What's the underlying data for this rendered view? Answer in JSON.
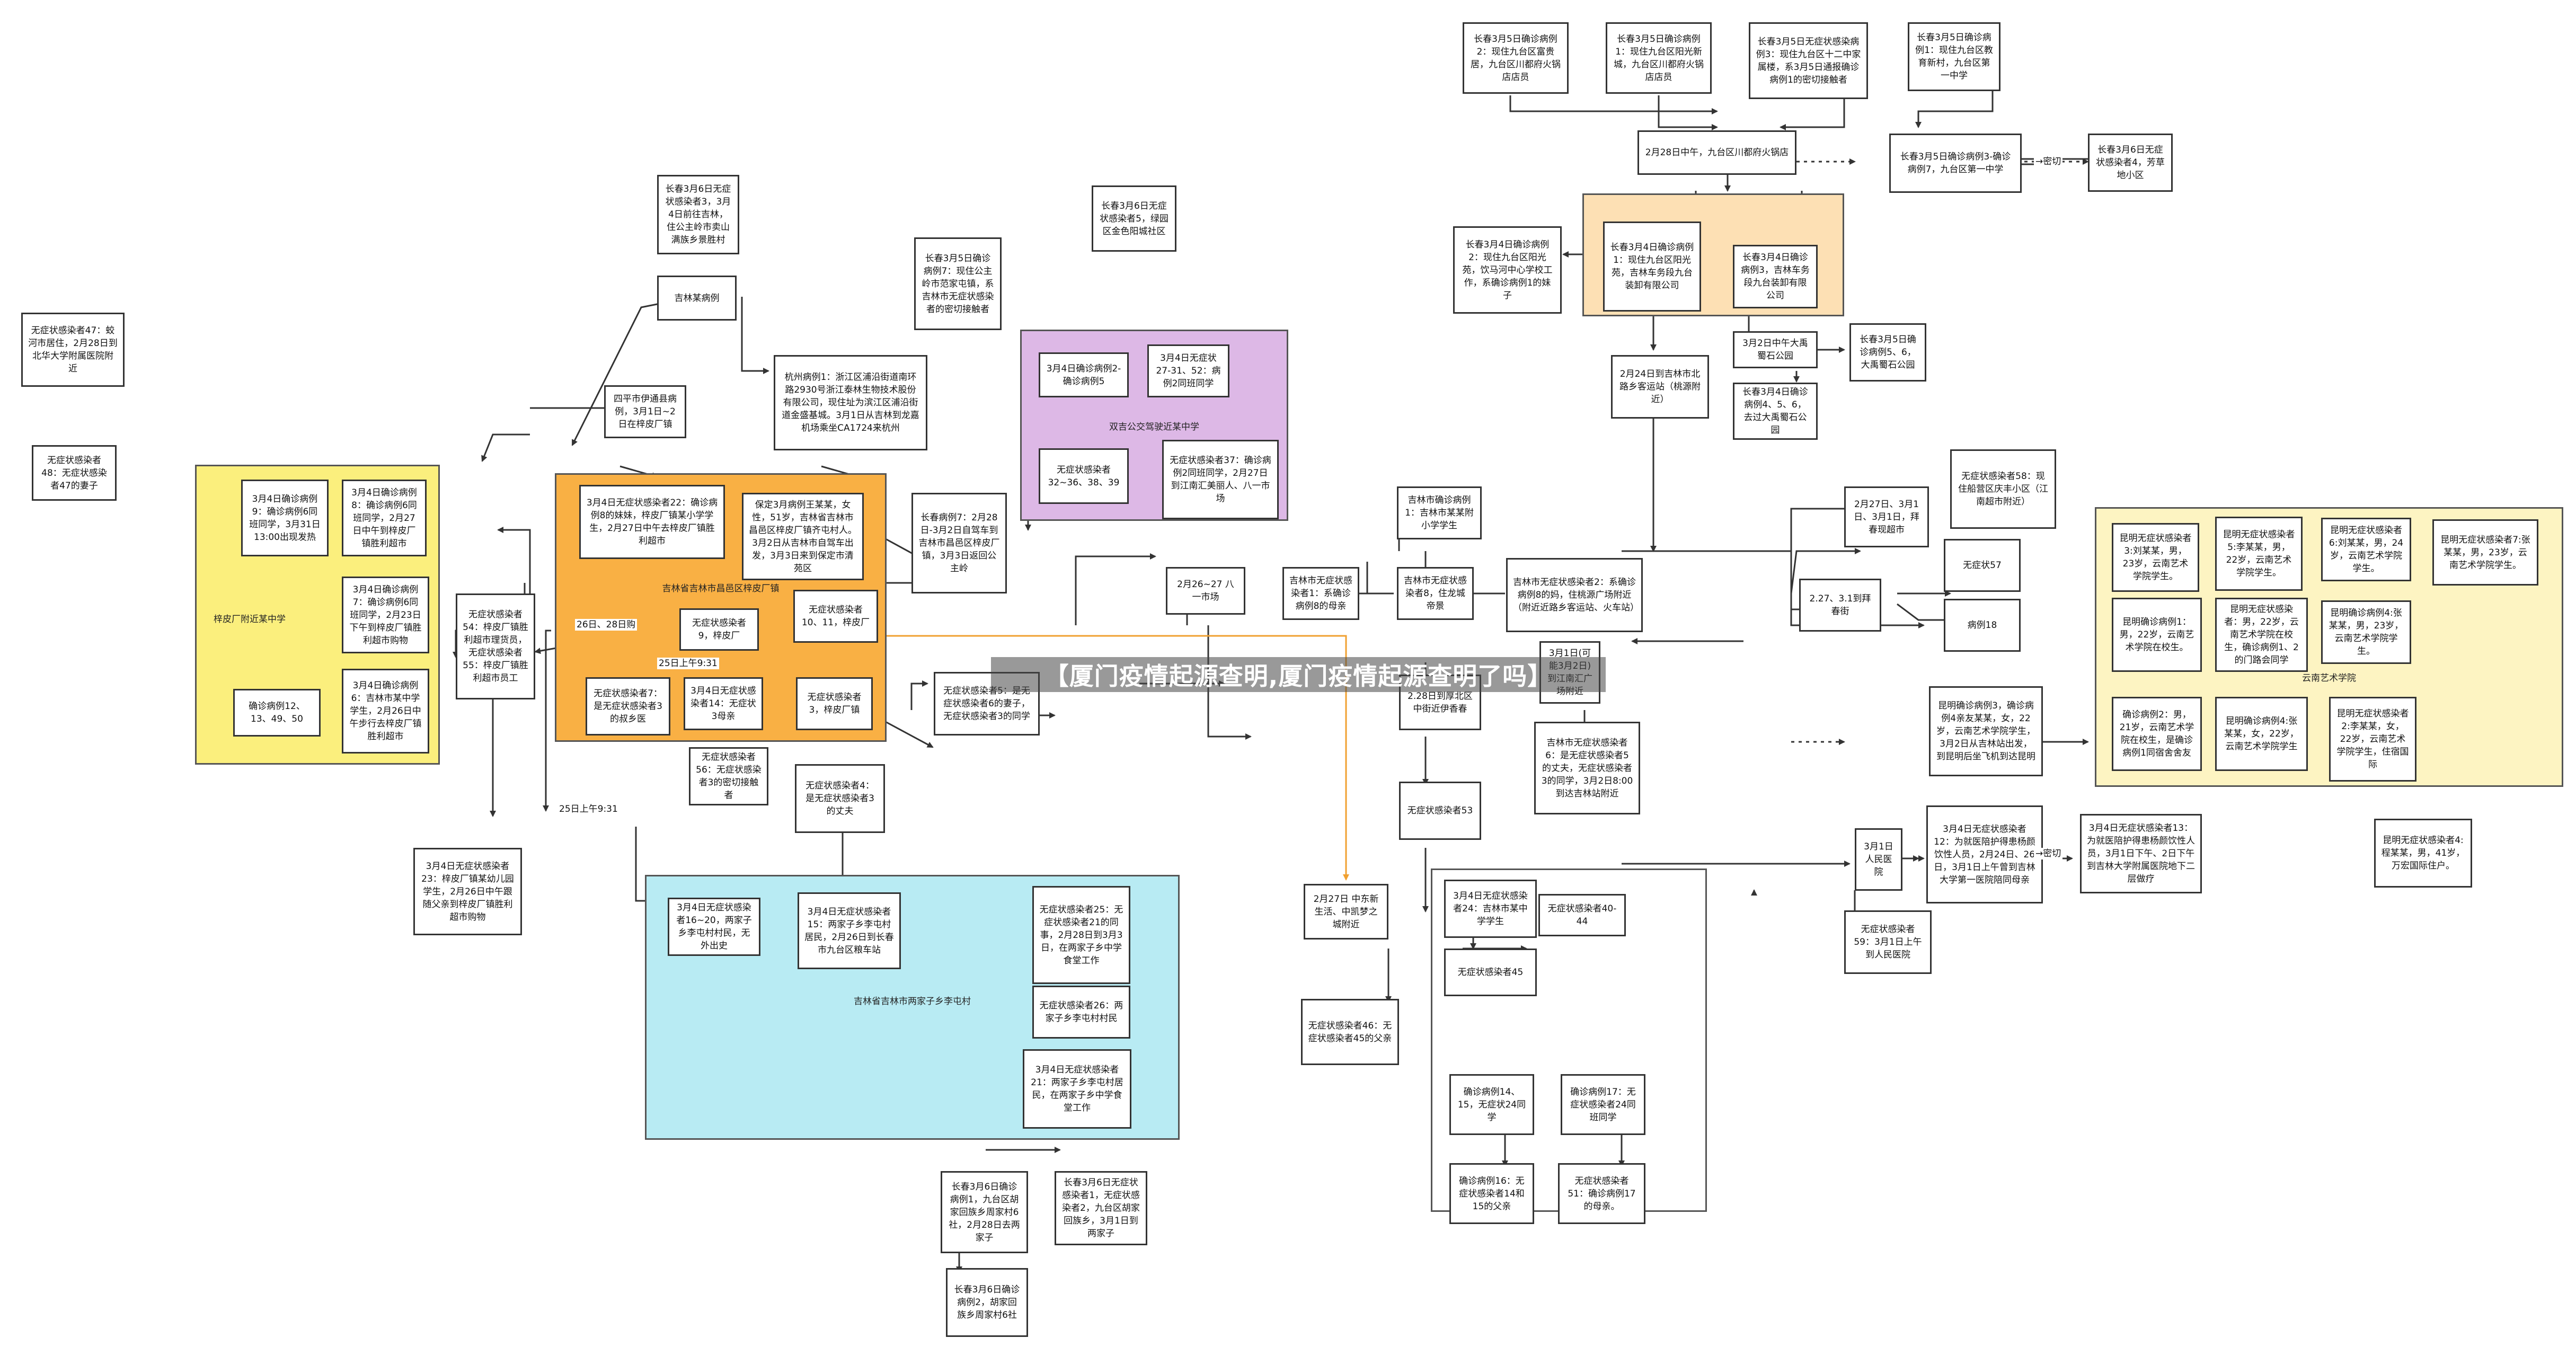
{
  "banner": "【厦门疫情起源查明,厦门疫情起源查明了吗】",
  "groups": {
    "factory_canteen": "梓皮厂附近某中学",
    "jilin_skin_factory": "吉林省吉林市昌邑区梓皮厂镇",
    "bus_middle_school": "双吉公交驾驶近某中学",
    "jilin_lijiatun": "吉林省吉林市两家子乡李屯村",
    "yunnan_art_college": "云南艺术学院"
  },
  "edge_labels": [
    "26日、28日购",
    "25日上午9:31",
    "25日上午9:31",
    "→密切",
    "→密切"
  ],
  "nodes": [
    {
      "id": "n1",
      "text": "长春3月5日确诊病例2：现住九台区富贵居，九台区川都府火锅店店员"
    },
    {
      "id": "n2",
      "text": "长春3月5日确诊病例1：现住九台区阳光新城，九台区川都府火锅店店员"
    },
    {
      "id": "n3",
      "text": "长春3月5日无症状感染病例3：现住九台区十二中家属楼，系3月5日通报确诊病例1的密切接触者"
    },
    {
      "id": "n4",
      "text": "长春3月5日确诊病例1：现住九台区教育新村，九台区第一中学"
    },
    {
      "id": "n5",
      "text": "2月28日中午，九台区川都府火锅店"
    },
    {
      "id": "n6",
      "text": "长春3月5日确诊病例3-确诊病例7，九台区第一中学"
    },
    {
      "id": "n7",
      "text": "长春3月6日无症状感染者4，芳草地小区"
    },
    {
      "id": "n8",
      "text": "长春3月4日确诊病例2：现住九台区阳光苑，饮马河中心学校工作，系确诊病例1的妹子"
    },
    {
      "id": "n9",
      "text": "长春3月4日确诊病例1：现住九台区阳光苑，吉林车务段九台装卸有限公司"
    },
    {
      "id": "n10",
      "text": "长春3月4日确诊病例3，吉林车务段九台装卸有限公司"
    },
    {
      "id": "n11",
      "text": "2月24日到吉林市北路乡客运站（桃源附近）"
    },
    {
      "id": "n12",
      "text": "3月2日中午大禹蜀石公园"
    },
    {
      "id": "n13",
      "text": "长春3月5日确诊病例5、6，大禹蜀石公园"
    },
    {
      "id": "n14",
      "text": "长春3月4日确诊病例4、5、6，去过大禹蜀石公园"
    },
    {
      "id": "n15",
      "text": "长春3月6日无症状感染者3，3月4日前往吉林，住公主岭市卖山满族乡景胜村"
    },
    {
      "id": "n16",
      "text": "吉林某病例"
    },
    {
      "id": "n17",
      "text": "长春3月6日无症状感染者5，绿园区金色阳城社区"
    },
    {
      "id": "n18",
      "text": "长春3月5日确诊病例7：现住公主岭市范家屯镇，系吉林市无症状感染者的密切接触者"
    },
    {
      "id": "n19",
      "text": "杭州病例1：浙江区浦沿街道南环路2930号浙江泰林生物技术股份有限公司，现住址为滨江区浦沿街道金盛基城。3月1日从吉林到龙嘉机场乘坐CA1724来杭州"
    },
    {
      "id": "n20",
      "text": "四平市伊通县病例，3月1日~2日在梓皮厂镇"
    },
    {
      "id": "n21",
      "text": "无症状感染者47：蛟河市居住，2月28日到北华大学附属医院附近"
    },
    {
      "id": "n22",
      "text": "无症状感染者48：无症状感染者47的妻子"
    },
    {
      "id": "n23",
      "text": "3月4日确诊病例9：确诊病例6同班同学，3月31日13:00出现发热"
    },
    {
      "id": "n24",
      "text": "3月4日确诊病例8：确诊病例6同班同学，2月27日中午到梓皮厂镇胜利超市"
    },
    {
      "id": "n25",
      "text": "3月4日确诊病例7：确诊病例6同班同学，2月23日下午到梓皮厂镇胜利超市购物"
    },
    {
      "id": "n26",
      "text": "3月4日确诊病例6：吉林市某中学学生，2月26日中午步行去梓皮厂镇胜利超市"
    },
    {
      "id": "n27",
      "text": "确诊病例12、13、49、50"
    },
    {
      "id": "n28",
      "text": "3月4日无症状感染者22：确诊病例8的妹妹，梓皮厂镇某小学学生，2月27日中午去梓皮厂镇胜利超市"
    },
    {
      "id": "n29",
      "text": "保定3月病例王某某，女性，51岁，吉林省吉林市昌邑区梓皮厂镇齐屯村人。3月2日从吉林市自驾车出发，3月3日来到保定市清苑区"
    },
    {
      "id": "n30",
      "text": "长春病例7：2月28日-3月2日自驾车到吉林市昌邑区梓皮厂镇，3月3日返回公主岭"
    },
    {
      "id": "n31",
      "text": "无症状感染者54：梓皮厂镇胜利超市理货员，无症状感染者55：梓皮厂镇胜利超市员工"
    },
    {
      "id": "n32",
      "text": "无症状感染者9，梓皮厂"
    },
    {
      "id": "n33",
      "text": "无症状感染者10、11，梓皮厂"
    },
    {
      "id": "n34",
      "text": "无症状感染者7：是无症状感染者3的叔乡医"
    },
    {
      "id": "n35",
      "text": "3月4日无症状感染者14：无症状3母亲"
    },
    {
      "id": "n36",
      "text": "无症状感染者3，梓皮厂镇"
    },
    {
      "id": "n37",
      "text": "无症状感染者56：无症状感染者3的密切接触者"
    },
    {
      "id": "n38",
      "text": "无症状感染者4：是无症状感染者3的丈夫"
    },
    {
      "id": "n39",
      "text": "3月4日无症状感染者23：梓皮厂镇某幼儿园学生，2月26日中午跟随父亲到梓皮厂镇胜利超市购物"
    },
    {
      "id": "n40",
      "text": "3月4日确诊病例2-确诊病例5"
    },
    {
      "id": "n41",
      "text": "3月4日无症状27-31、52：病例2同班同学"
    },
    {
      "id": "n42",
      "text": "无症状感染者32~36、38、39"
    },
    {
      "id": "n43",
      "text": "无症状感染者37：确诊病例2同班同学，2月27日到江南汇美丽人、八一市场"
    },
    {
      "id": "n44",
      "text": "无症状感染者5：是无症状感染者6的妻子，无症状感染者3的同学"
    },
    {
      "id": "n45",
      "text": "2月26~27 八一市场"
    },
    {
      "id": "n46",
      "text": "吉林市无症状感染者1：系确诊病例8的母亲"
    },
    {
      "id": "n47",
      "text": "吉林市确诊病例1：吉林市某某附小学学生"
    },
    {
      "id": "n48",
      "text": "吉林市无症状感染者8，住龙城帝景"
    },
    {
      "id": "n49",
      "text": "吉林市无症状感染者2：系确诊病例8的妈，住桃源广场附近（附近近路乡客运站、火车站）"
    },
    {
      "id": "n50",
      "text": "2月27日、3月1日、3月1日，拜春现超市"
    },
    {
      "id": "n51",
      "text": "无症状感染者58：现住船营区庆丰小区（江南超市附近）"
    },
    {
      "id": "n52",
      "text": "无症状57"
    },
    {
      "id": "n53",
      "text": "2.27、3.1到拜春街"
    },
    {
      "id": "n54",
      "text": "病例18"
    },
    {
      "id": "n55",
      "text": "3月1日(可能3月2日)到江南汇广场附近"
    },
    {
      "id": "n56",
      "text": "2.28日到厚北区中街近伊香春"
    },
    {
      "id": "n57",
      "text": "吉林市无症状感染者6：是无症状感染者5的丈夫，无症状感染者3的同学，3月2日8:00到达吉林站附近"
    },
    {
      "id": "n58",
      "text": "无症状感染者53"
    },
    {
      "id": "n59",
      "text": "昆明确诊病例3，确诊病例4亲友某某，女，22岁，云南艺术学院学生，3月2日从吉林站出发，到昆明后坐飞机到达昆明"
    },
    {
      "id": "n60",
      "text": "昆明无症状感染者3:刘某某，男，23岁，云南艺术学院学生。"
    },
    {
      "id": "n61",
      "text": "昆明无症状感染者5:李某某，男，22岁，云南艺术学院学生。"
    },
    {
      "id": "n62",
      "text": "昆明无症状感染者6:刘某某，男，24岁，云南艺术学院学生。"
    },
    {
      "id": "n63",
      "text": "昆明无症状感染者7:张某某，男，23岁，云南艺术学院学生。"
    },
    {
      "id": "n64",
      "text": "昆明确诊病例1：男，22岁，云南艺术学院在校生。"
    },
    {
      "id": "n65",
      "text": "昆明无症状感染者：男，22岁，云南艺术学院在校生，确诊病例1、2的门路会同学"
    },
    {
      "id": "n66",
      "text": "昆明确诊病例4:张某某，男，23岁，云南艺术学院学生。"
    },
    {
      "id": "n67",
      "text": "确诊病例2：男，21岁，云南艺术学院在校生，是确诊病例1同宿舍舍友"
    },
    {
      "id": "n68",
      "text": "昆明确诊病例4:张某某，女，22岁，云南艺术学院学生"
    },
    {
      "id": "n69",
      "text": "昆明无症状感染者2:李某某，女，22岁，云南艺术学院学生，住宿国际"
    },
    {
      "id": "n70",
      "text": "昆明无症状感染者4:程某某，男，41岁，万宏国际住户。"
    },
    {
      "id": "n71",
      "text": "3月4日无症状感染者12：为就医陪护得患杨颜饮性人员，2月24日、26日，3月1日上午曾到吉林大学第一医院陪同母亲"
    },
    {
      "id": "n72",
      "text": "3月4日无症状感染者13：为就医陪护得患杨颜饮性人员，3月1日下午、2日下午到吉林大学附属医院地下二层做疗"
    },
    {
      "id": "n73",
      "text": "3月1日人民医院"
    },
    {
      "id": "n74",
      "text": "无症状感染者59：3月1日上午到人民医院"
    },
    {
      "id": "n75",
      "text": "3月4日无症状感染者16~20，两家子乡李屯村村民，无外出史"
    },
    {
      "id": "n76",
      "text": "3月4日无症状感染者15：两家子乡李屯村居民，2月26日到长春市九台区粮车站"
    },
    {
      "id": "n77",
      "text": "无症状感染者25：无症状感染者21的同事，2月28日到3月3日，在两家子乡中学食堂工作"
    },
    {
      "id": "n78",
      "text": "无症状感染者26：两家子乡李屯村村民"
    },
    {
      "id": "n79",
      "text": "3月4日无症状感染者21：两家子乡李屯村居民，在两家子乡中学食堂工作"
    },
    {
      "id": "n80",
      "text": "长春3月6日确诊病例1，九台区胡家回族乡周家村6社，2月28日去两家子"
    },
    {
      "id": "n81",
      "text": "长春3月6日无症状感染者1，无症状感染者2，九台区胡家回族乡，3月1日到两家子"
    },
    {
      "id": "n82",
      "text": "长春3月6日确诊病例2，胡家回族乡周家村6社"
    },
    {
      "id": "n83",
      "text": "2月27日 中东新生活、中凯梦之城附近"
    },
    {
      "id": "n84",
      "text": "3月4日无症状感染者24：吉林市某中学学生"
    },
    {
      "id": "n85",
      "text": "无症状感染者40-44"
    },
    {
      "id": "n86",
      "text": "无症状感染者45"
    },
    {
      "id": "n87",
      "text": "无症状感染者46：无症状感染者45的父亲"
    },
    {
      "id": "n88",
      "text": "确诊病例14、15，无症状24同学"
    },
    {
      "id": "n89",
      "text": "确诊病例17：无症状感染者24同班同学"
    },
    {
      "id": "n90",
      "text": "确诊病例16：无症状感染者14和15的父亲"
    },
    {
      "id": "n91",
      "text": "无症状感染者51：确诊病例17的母亲。"
    }
  ]
}
